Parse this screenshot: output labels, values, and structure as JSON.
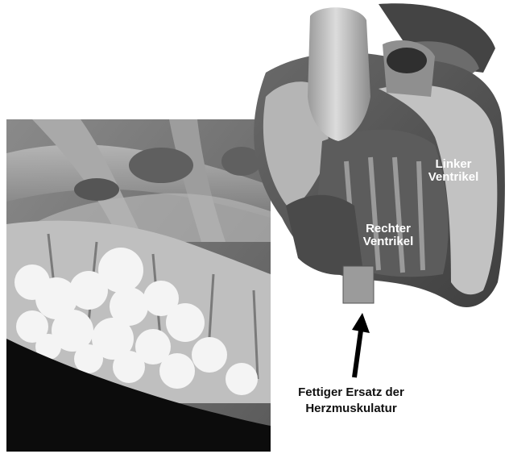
{
  "labels": {
    "left_ventricle": [
      "Linker",
      "Ventrikel"
    ],
    "right_ventricle": [
      "Rechter",
      "Ventrikel"
    ],
    "caption": [
      "Fettiger Ersatz der",
      "Herzmuskulatur"
    ]
  }
}
